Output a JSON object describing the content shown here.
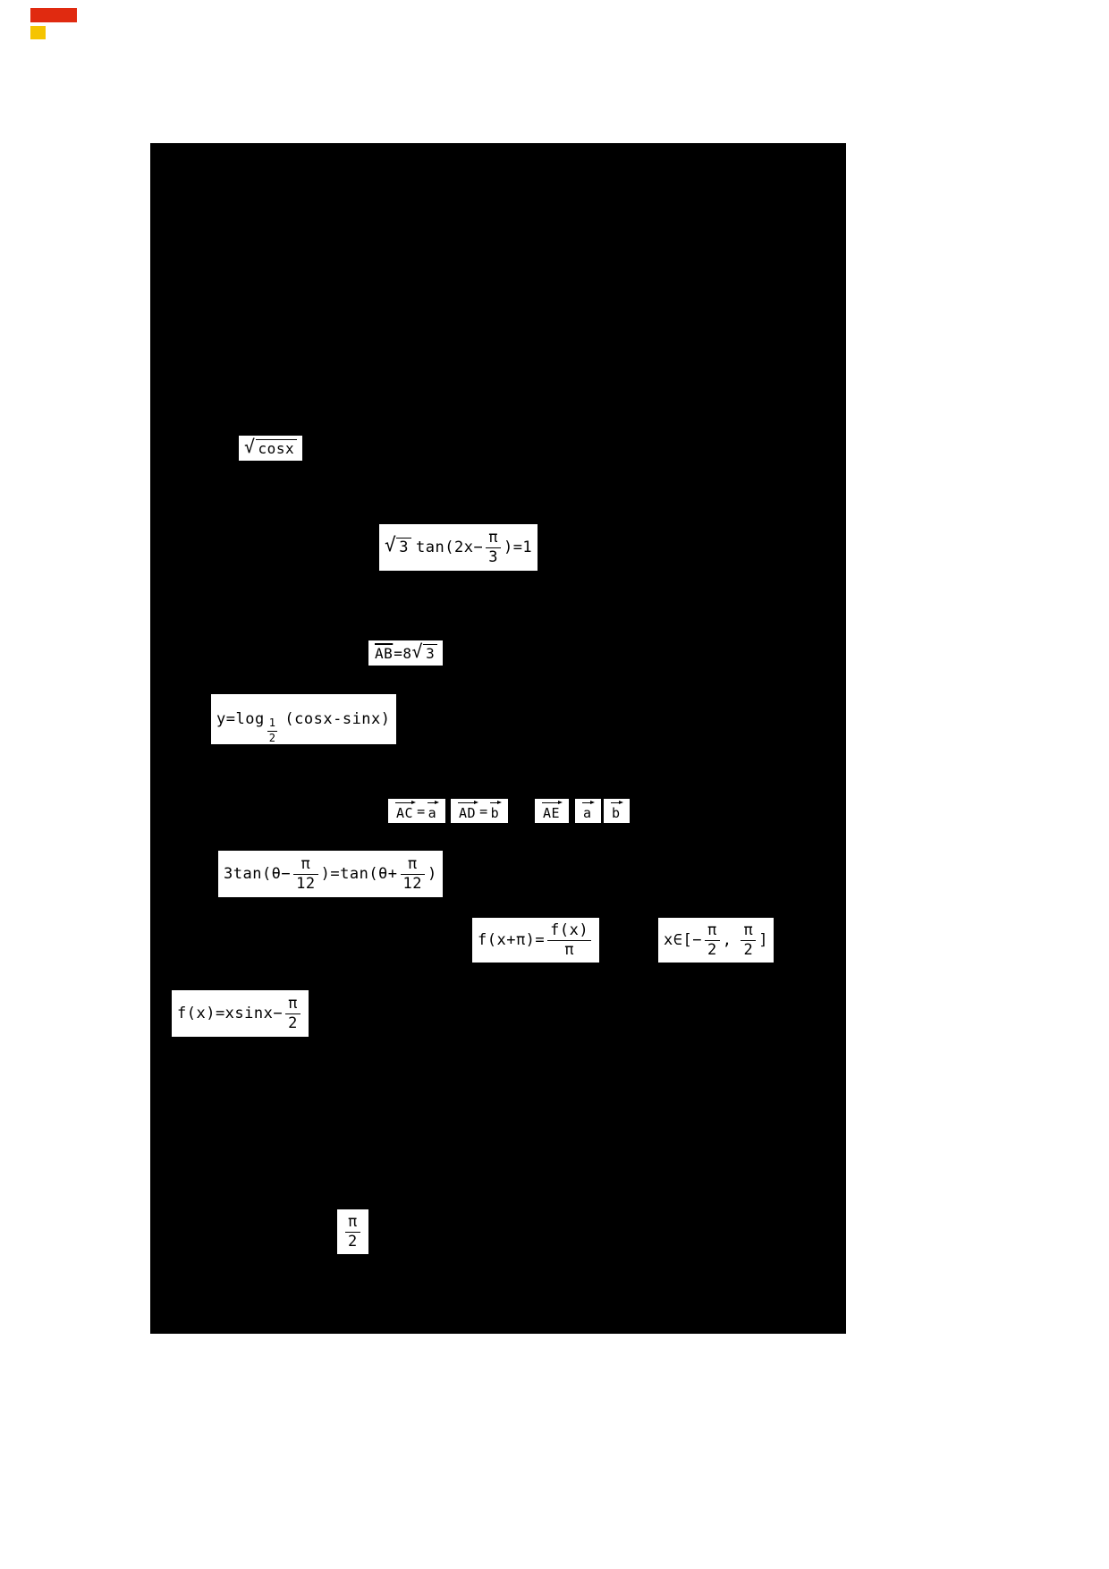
{
  "artifacts": {
    "red_color": "#e02a10",
    "yellow_color": "#f5c400"
  },
  "canvas": {
    "background": "#000000"
  },
  "formulas": {
    "sqrt_cosx": {
      "radical": "√",
      "radicand": "cosx"
    },
    "tan_2x": {
      "radical": "√",
      "sqrt_arg": "3",
      "pre": "tan(2x−",
      "num": "π",
      "den": "3",
      "post": ")=1"
    },
    "ab_length": {
      "segment": "AB",
      "mid": "=8",
      "radical": "√",
      "sqrt_arg": "3"
    },
    "log_func": {
      "pre": "y=log",
      "sub_num": "1",
      "sub_den": "2",
      "post": "(cosx-sinx)"
    },
    "vectors": {
      "ac_lhs": "AC",
      "ac_eq": "=",
      "ac_rhs": "a",
      "ad_lhs": "AD",
      "ad_eq": "=",
      "ad_rhs": "b",
      "ae": "AE",
      "a": "a",
      "b": "b"
    },
    "tan_theta": {
      "pre": "3tan(θ−",
      "num1": "π",
      "den1": "12",
      "mid": ")=tan(θ+",
      "num2": "π",
      "den2": "12",
      "post": ")"
    },
    "f_shift": {
      "pre": "f(x+π)=",
      "num": "f(x)",
      "den": "π"
    },
    "domain": {
      "pre": "x∈[−",
      "num1": "π",
      "den1": "2",
      "mid": ",",
      "num2": "π",
      "den2": "2",
      "post": "]"
    },
    "f_def": {
      "pre": "f(x)=xsinx−",
      "num": "π",
      "den": "2"
    },
    "half_pi": {
      "num": "π",
      "den": "2"
    }
  }
}
